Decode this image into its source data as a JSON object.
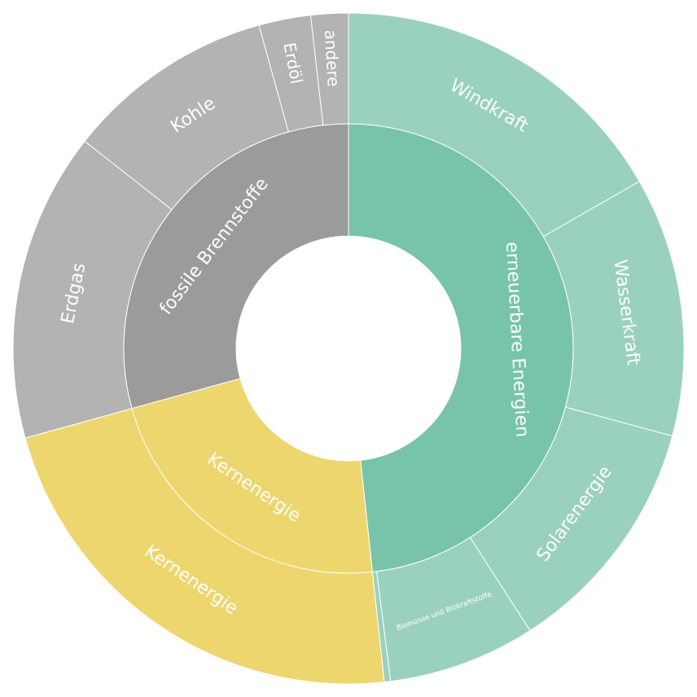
{
  "chart_data": {
    "type": "sunburst",
    "unit": "%",
    "children": [
      {
        "name": "erneuerbare Energien",
        "value": 48.3,
        "color": "#78C4AA",
        "children": [
          {
            "name": "Windkraft",
            "value": 16.7
          },
          {
            "name": "Wasserkraft",
            "value": 12.5
          },
          {
            "name": "Solarenergie",
            "value": 11.7
          },
          {
            "name": "Biomasse und Biokraftstoffe",
            "value": 7.1
          },
          {
            "name": "",
            "value": 0.3
          }
        ],
        "child_color": "#99D1BE"
      },
      {
        "name": "Kernenergie",
        "value": 22.4,
        "color": "#EDD66E",
        "children": [
          {
            "name": "Kernenergie",
            "value": 22.4
          }
        ],
        "child_color": "#EDD66E"
      },
      {
        "name": "fossile Brennstoffe",
        "value": 29.3,
        "color": "#9B9B99",
        "children": [
          {
            "name": "Erdgas",
            "value": 14.9
          },
          {
            "name": "Kohle",
            "value": 10.1
          },
          {
            "name": "Erdöl",
            "value": 2.5
          },
          {
            "name": "andere",
            "value": 1.8
          }
        ],
        "child_color": "#B3B3B1"
      }
    ]
  }
}
